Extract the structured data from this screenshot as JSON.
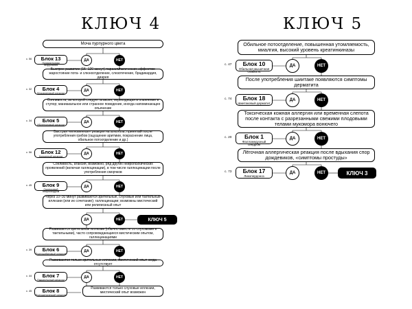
{
  "left": {
    "heading": "КЛЮЧ 4",
    "steps": [
      "Моча пурпурного цвета",
      "Быстрое развитие (15–120 минут) парасимпатических эффектов: жаростояние пота- и слюноотделение, слезотечение, брадикардия, диарея",
      "Сонливость, за которой следует атаксия, переходящая в опьянение и ступор; маниакальное или странное поведение, иногда напоминающее опьянение",
      "Быстрая «мгновенная» реакция на алкоголь, принятый после употребления грибов (ощущение аритмии, покраснение лица, обильное потоотделение и др.)",
      "Сонливость, атаксия, возможно, ряд других нейропсихических проявлений (включая галлюцинации), в том числе галлюцинации после употребления сморчков",
      "Через 10–30 минут развиваются зрительные, слуховые или тактильные иллюзии (или их сочетание); галлюцинации; возможны мистический или религиозный опыт",
      "Развиваются зрительные иллюзии (обычно вместе со слуховыми и тактильными), часто сопровождающиеся мистическим опытом, галлюцинациями",
      "Развиваются только зрительные иллюзии, мистический опыт когда отсутствует",
      "Развиваются только слуховые иллюзии, мистический опыт возможен"
    ],
    "blocks": [
      {
        "title": "Блок 13",
        "subtitle": "Поликистозная нефропатия",
        "page": "с. 56"
      },
      {
        "title": "Блок 4",
        "subtitle": "Мускариновый синдром",
        "page": "с. 32"
      },
      {
        "title": "Блок 5",
        "subtitle": "Иботеноновый синдром",
        "page": "с. 34"
      },
      {
        "title": "Блок 12",
        "subtitle": "Копринный синдром",
        "page": "с. 56"
      },
      {
        "title": "Блок 9",
        "subtitle": "Сморчковый нейросиндром",
        "page": "с. 45"
      },
      {
        "title": "Блок 6",
        "subtitle": "Псилоцибиновый синдром",
        "page": "с. 39"
      },
      {
        "title": "Блок 7",
        "subtitle": "Паксиллусный синдром",
        "page": "с. 44"
      },
      {
        "title": "Блок 8",
        "subtitle": "Психоделический синдром",
        "page": "с. 45"
      }
    ],
    "yes": "ДА",
    "no": "НЕТ",
    "key_button": "КЛЮЧ 5"
  },
  "right": {
    "heading": "КЛЮЧ 5",
    "steps": [
      "Обильное потоотделение, повышенная утомляемость, миалгия, высокий уровень креатинкиназы",
      "После употребления шиитаке появляются симптомы дерматита",
      "Токсическая кожная аллергия или временная слепота после контакта с разрезанными свежими плодовыми телами мукомора вонючего",
      "Лёгочная аллергическая реакция после вдыхания спор дождевиков, «симптомы простуды»"
    ],
    "blocks": [
      {
        "title": "Блок 10",
        "subtitle": "Обильная мышечная слабость",
        "page": "с. 47"
      },
      {
        "title": "Блок 18",
        "subtitle": "Шиитаковый дерматит",
        "page": "с. 74"
      },
      {
        "title": "Блок 1",
        "subtitle": "Фалломедузный синдром",
        "page": "с. 20"
      },
      {
        "title": "Блок 17",
        "subtitle": "Ликопердоноз",
        "page": "с. 73"
      }
    ],
    "yes": "ДА",
    "no": "НЕТ",
    "key_button": "КЛЮЧ 3"
  }
}
